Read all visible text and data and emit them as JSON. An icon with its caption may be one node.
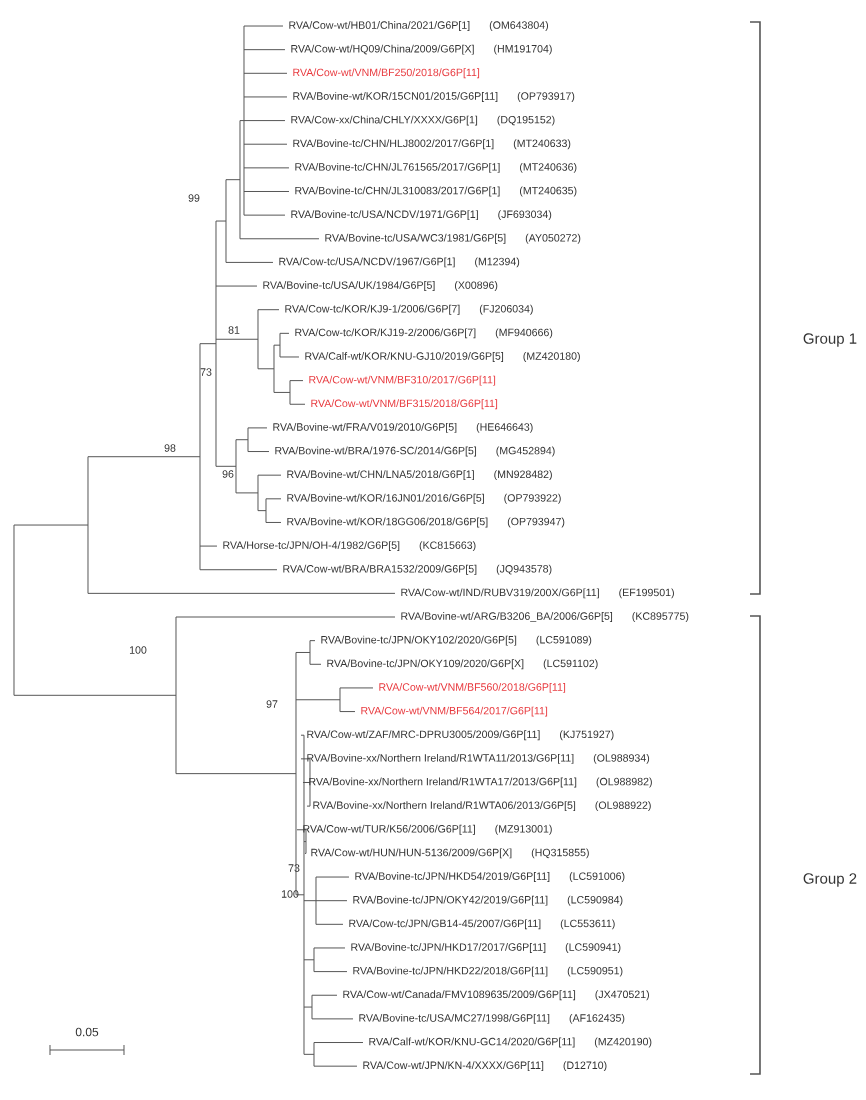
{
  "diagram": {
    "labels": [
      "RVA/Cow-wt/HB01/China/2021/G6P[1]",
      "(OM643804)",
      "RVA/Cow-wt/HQ09/China/2009/G6P[X]",
      "(HM191704)",
      "RVA/Cow-wt/VNM/BF250/2018/G6P[11]",
      "RVA/Bovine-wt/KOR/15CN01/2015/G6P[11]",
      "(OP793917)",
      "RVA/Cow-xx/China/CHLY/XXXX/G6P[1]",
      "(DQ195152)",
      "RVA/Bovine-tc/CHN/HLJ8002/2017/G6P[1]",
      "(MT240633)",
      "RVA/Bovine-tc/CHN/JL761565/2017/G6P[1]",
      "(MT240636)",
      "RVA/Bovine-tc/CHN/JL310083/2017/G6P[1]",
      "(MT240635)",
      "RVA/Bovine-tc/USA/NCDV/1971/G6P[1]",
      "(JF693034)",
      "RVA/Bovine-tc/USA/WC3/1981/G6P[5]",
      "(AY050272)",
      "RVA/Cow-tc/USA/NCDV/1967/G6P[1]",
      "(M12394)",
      "RVA/Bovine-tc/USA/UK/1984/G6P[5]",
      "(X00896)",
      "RVA/Cow-tc/KOR/KJ9-1/2006/G6P[7]",
      "(FJ206034)",
      "RVA/Cow-tc/KOR/KJ19-2/2006/G6P[7]",
      "(MF940666)",
      "RVA/Calf-wt/KOR/KNU-GJ10/2019/G6P[5]",
      "(MZ420180)",
      "RVA/Cow-wt/VNM/BF310/2017/G6P[11]",
      "RVA/Cow-wt/VNM/BF315/2018/G6P[11]",
      "RVA/Bovine-wt/FRA/V019/2010/G6P[5]",
      "(HE646643)",
      "RVA/Bovine-wt/BRA/1976-SC/2014/G6P[5]",
      "(MG452894)",
      "RVA/Bovine-wt/CHN/LNA5/2018/G6P[1]",
      "(MN928482)",
      "RVA/Bovine-wt/KOR/16JN01/2016/G6P[5]",
      "(OP793922)",
      "RVA/Bovine-wt/KOR/18GG06/2018/G6P[5]",
      "(OP793947)",
      "RVA/Horse-tc/JPN/OH-4/1982/G6P[5]",
      "(KC815663)",
      "RVA/Cow-wt/BRA/BRA1532/2009/G6P[5]",
      "(JQ943578)",
      "RVA/Cow-wt/IND/RUBV319/200X/G6P[11]",
      "(EF199501)",
      "RVA/Bovine-wt/ARG/B3206_BA/2006/G6P[5]",
      "(KC895775)",
      "RVA/Bovine-tc/JPN/OKY102/2020/G6P[5]",
      "(LC591089)",
      "RVA/Bovine-tc/JPN/OKY109/2020/G6P[X]",
      "(LC591102)",
      "RVA/Cow-wt/VNM/BF560/2018/G6P[11]",
      "RVA/Cow-wt/VNM/BF564/2017/G6P[11]",
      "RVA/Cow-wt/ZAF/MRC-DPRU3005/2009/G6P[11]",
      "(KJ751927)",
      "RVA/Bovine-xx/Northern Ireland/R1WTA11/2013/G6P[11]",
      "(OL988934)",
      "RVA/Bovine-xx/Northern Ireland/R1WTA17/2013/G6P[11]",
      "(OL988982)",
      "RVA/Bovine-xx/Northern Ireland/R1WTA06/2013/G6P[5]",
      "(OL988922)",
      "RVA/Cow-wt/TUR/K56/2006/G6P[11]",
      "(MZ913001)",
      "RVA/Cow-wt/HUN/HUN-5136/2009/G6P[X]",
      "(HQ315855)",
      "RVA/Bovine-tc/JPN/HKD54/2019/G6P[11]",
      "(LC591006)",
      "RVA/Bovine-tc/JPN/OKY42/2019/G6P[11]",
      "(LC590984)",
      "RVA/Cow-tc/JPN/GB14-45/2007/G6P[11]",
      "(LC553611)",
      "RVA/Bovine-tc/JPN/HKD17/2017/G6P[11]",
      "(LC590941)",
      "RVA/Bovine-tc/JPN/HKD22/2018/G6P[11]",
      "(LC590951)",
      "RVA/Cow-wt/Canada/FMV1089635/2009/G6P[11]",
      "(JX470521)",
      "RVA/Bovine-tc/USA/MC27/1998/G6P[11]",
      "(AF162435)",
      "RVA/Calf-wt/KOR/KNU-GC14/2020/G6P[11]",
      "(MZ420190)",
      "RVA/Cow-wt/JPN/KN-4/XXXX/G6P[11]",
      "(D12710)",
      "99",
      "81",
      "73",
      "98",
      "96",
      "100",
      "97",
      "73",
      "100",
      "Group 1",
      "Group 2",
      "0.05"
    ]
  }
}
